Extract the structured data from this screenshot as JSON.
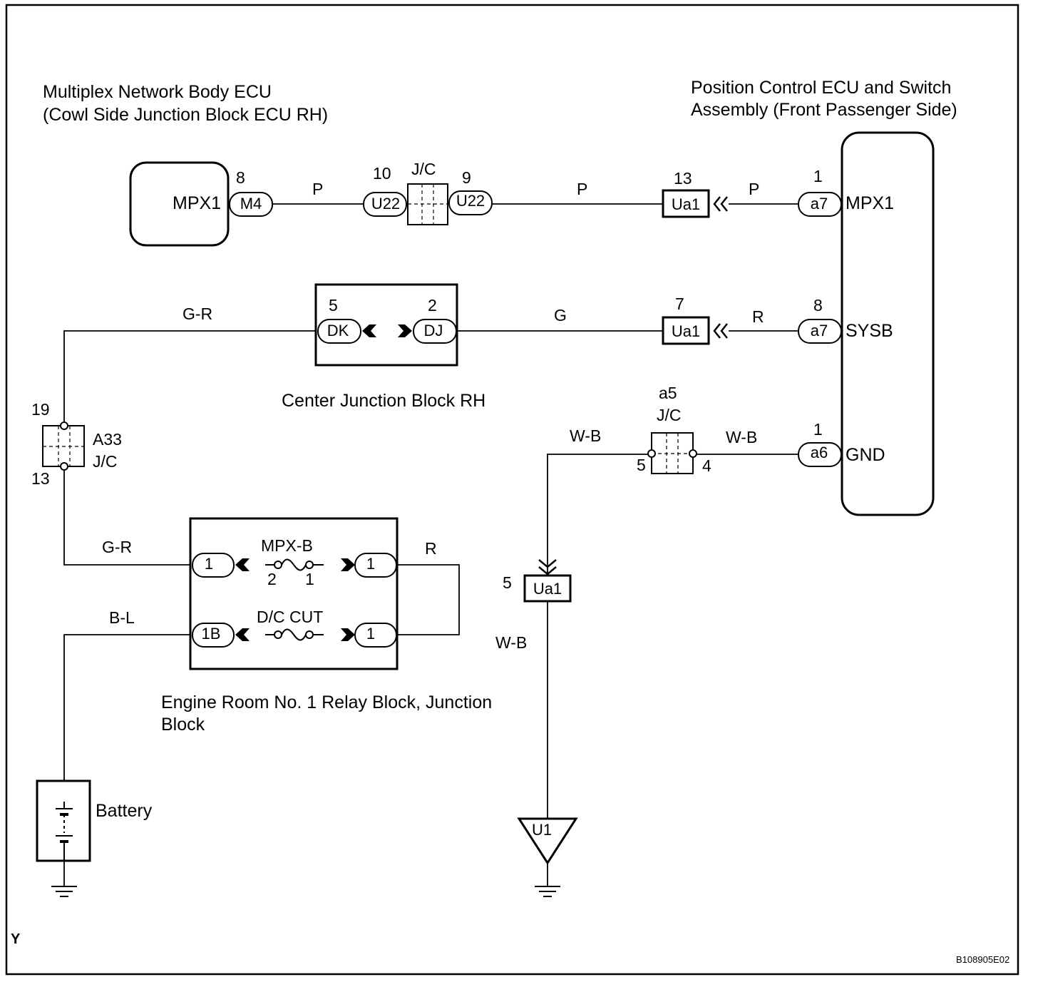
{
  "components": {
    "body_ecu": {
      "line1": "Multiplex Network Body ECU",
      "line2": "(Cowl Side Junction Block ECU RH)",
      "terminal": "MPX1"
    },
    "position_ecu": {
      "line1": "Position Control ECU and Switch",
      "line2": "Assembly (Front Passenger Side)",
      "terminals": [
        "MPX1",
        "SYSB",
        "GND"
      ]
    },
    "center_jb": {
      "label": "Center Junction Block RH"
    },
    "engine_room_block": {
      "line1": "Engine Room No. 1 Relay Block, Junction",
      "line2": "Block"
    },
    "battery": {
      "label": "Battery"
    },
    "fuses": [
      "MPX-B",
      "D/C CUT"
    ]
  },
  "connectors": {
    "m4": "M4",
    "u22a": "U22",
    "u22b": "U22",
    "ua1": "Ua1",
    "a7": "a7",
    "a6": "a6",
    "dk": "DK",
    "dj": "DJ",
    "b1": "1",
    "b1b": "1B",
    "u1": "U1",
    "jc": "J/C",
    "a33": "A33",
    "a5": "a5"
  },
  "pins": {
    "m4": "8",
    "u22a": "10",
    "u22b": "9",
    "ua1_top": "13",
    "a7_top": "1",
    "dk": "5",
    "dj": "2",
    "ua1_mid": "7",
    "a7_mid": "8",
    "a33_top": "19",
    "a33_bot": "13",
    "a5_left": "5",
    "a5_right": "4",
    "a6": "1",
    "ua1_bot": "5",
    "fuse_left": "2",
    "fuse_right": "1"
  },
  "wire_colors": {
    "p1": "P",
    "p2": "P",
    "p3": "P",
    "gr_top": "G-R",
    "g": "G",
    "r_mid": "R",
    "wb_left": "W-B",
    "wb_right": "W-B",
    "wb_down": "W-B",
    "gr_bot": "G-R",
    "r_loop": "R",
    "bl": "B-L"
  },
  "footer": {
    "page_code": "Y",
    "figure_id": "B108905E02"
  }
}
